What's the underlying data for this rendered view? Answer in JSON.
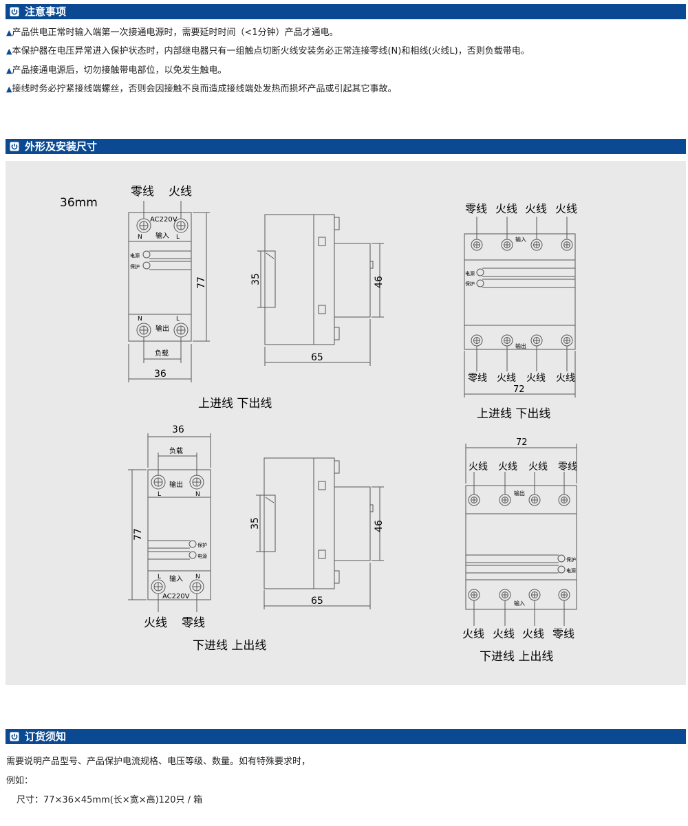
{
  "sections": {
    "notice": {
      "title": "注意事项"
    },
    "dimensions": {
      "title": "外形及安装尺寸"
    },
    "ordering": {
      "title": "订货须知"
    }
  },
  "notes": [
    "产品供电正常时输入端第一次接通电源时，需要延时时间（<1分钟）产品才通电。",
    "本保护器在电压异常进入保护状态时，内部继电器只有一组触点切断火线安装务必正常连接零线(N)和相线(火线L)，否则负载带电。",
    "产品接通电源后，切勿接触带电部位，以免发生触电。",
    "接线时务必拧紧接线端螺丝，否则会因接触不良而造成接线端处发热而损坏产品或引起其它事故。"
  ],
  "diagram": {
    "width_label": "36mm",
    "d1": {
      "top_labels": [
        "零线",
        "火线"
      ],
      "voltage": "AC220V",
      "input": "输入",
      "output": "输出",
      "power": "电源",
      "protect": "保护",
      "load": "负载",
      "height": "77",
      "width": "36",
      "n": "N",
      "l": "L"
    },
    "s1": {
      "h35": "35",
      "h46": "46",
      "w65": "65"
    },
    "cap1": "上进线  下出线",
    "d2": {
      "top_labels": [
        "零线",
        "火线",
        "火线",
        "火线"
      ],
      "bottom_labels": [
        "零线",
        "火线",
        "火线",
        "火线"
      ],
      "input": "输入",
      "output": "输出",
      "power": "电源",
      "protect": "保护",
      "width": "72"
    },
    "cap2": "上进线  下出线",
    "d3": {
      "bottom_labels": [
        "火线",
        "零线"
      ],
      "voltage": "AC220V",
      "input": "输入",
      "output": "输出",
      "power": "电源",
      "protect": "保护",
      "load": "负载",
      "height": "77",
      "width": "36"
    },
    "s2": {
      "h35": "35",
      "h46": "46",
      "w65": "65"
    },
    "cap3": "下进线  上出线",
    "d4": {
      "top_labels": [
        "火线",
        "火线",
        "火线",
        "零线"
      ],
      "bottom_labels": [
        "火线",
        "火线",
        "火线",
        "零线"
      ],
      "input": "输入",
      "output": "输出",
      "power": "电源",
      "protect": "保护",
      "width": "72"
    },
    "cap4": "下进线  上出线"
  },
  "ordering": {
    "line1": "需要说明产品型号、产品保护电流规格、电压等级、数量。如有特殊要求时，",
    "line2": "例如：",
    "line3": "尺寸：77×36×45mm(长×宽×高)120只 / 箱"
  },
  "colors": {
    "accent": "#0b4a93",
    "panel": "#e9e9e9",
    "line": "#555555"
  }
}
